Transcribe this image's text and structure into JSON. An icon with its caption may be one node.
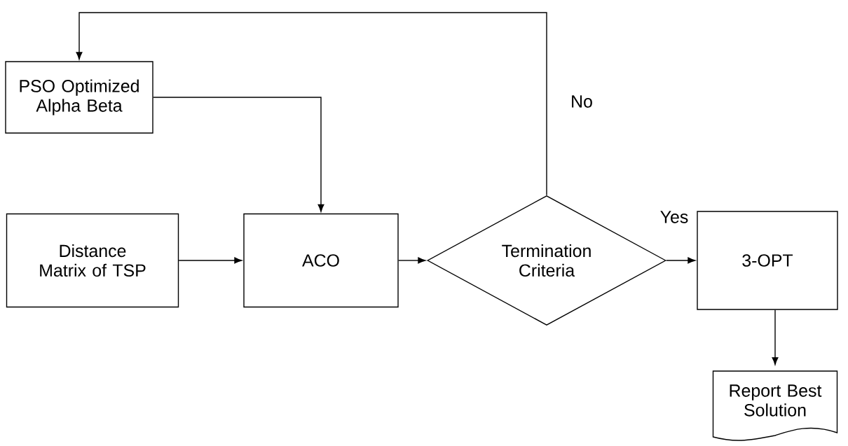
{
  "diagram": {
    "nodes": [
      {
        "text": [
          "PSO Optimized Alpha Beta"
        ]
      },
      {
        "text": [
          "Distance Matrix of TSP"
        ]
      },
      {
        "text": [
          "ACO"
        ]
      },
      {
        "text": [
          "Termination Criteria"
        ]
      },
      {
        "text": [
          "3-OPT"
        ]
      },
      {
        "text": [
          "Report Best Solution"
        ]
      }
    ],
    "edges": [
      {
        "from": 0,
        "to": 2,
        "arrow": "to"
      },
      {
        "from": 1,
        "to": 2,
        "arrow": "to"
      },
      {
        "from": 2,
        "to": 3,
        "arrow": "to"
      },
      {
        "from": 3,
        "to": 0,
        "arrow": "to",
        "label": "No"
      },
      {
        "from": 3,
        "to": 4,
        "arrow": "to",
        "label": "Yes"
      },
      {
        "from": 4,
        "to": 5,
        "arrow": "to"
      }
    ]
  }
}
